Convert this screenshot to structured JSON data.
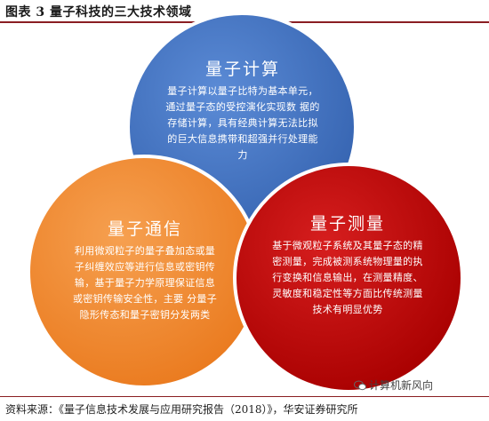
{
  "header": {
    "title": "图表 3 量子科技的三大技术领域"
  },
  "diagram": {
    "circles": [
      {
        "id": "computing",
        "title": "量子计算",
        "body": "量子计算以量子比特为基本单元，通过量子态的受控演化实现数 据的存储计算，具有经典计算无法比拟的巨大信息携带和超强并行处理能力",
        "color": "#4472c4"
      },
      {
        "id": "communication",
        "title": "量子通信",
        "body": "利用微观粒子的量子叠加态或量子纠缠效应等进行信息或密钥传输，基于量子力学原理保证信息或密钥传输安全性，主要 分量子隐形传态和量子密钥分发两类",
        "color": "#f0882f"
      },
      {
        "id": "measurement",
        "title": "量子测量",
        "body": "基于微观粒子系统及其量子态的精密测量，完成被测系统物理量的执行变换和信息输出，在测量精度、灵敏度和稳定性等方面比传统测量技术有明显优势",
        "color": "#c00000"
      }
    ]
  },
  "footer": {
    "source": "资料来源：《量子信息技术发展与应用研究报告（2018）》，华安证券研究所",
    "watermark": "计算机新风向"
  }
}
